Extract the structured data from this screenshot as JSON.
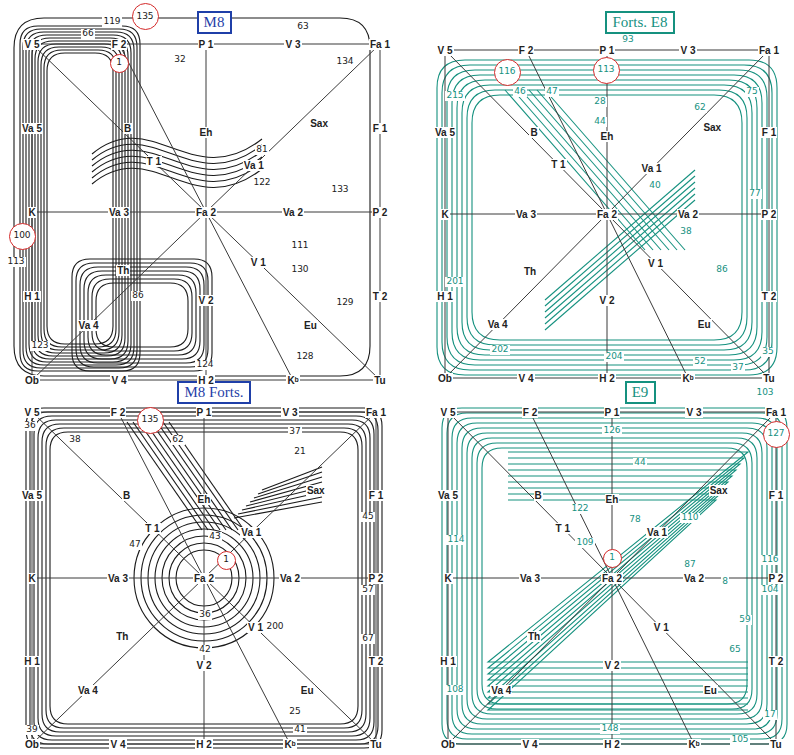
{
  "diagram": {
    "nodes": [
      {
        "text": [
          "M8"
        ]
      },
      {
        "text": [
          "135"
        ]
      },
      {
        "text": [
          "1"
        ]
      },
      {
        "text": [
          "100"
        ]
      },
      {
        "text": [
          "Forts. E8"
        ]
      },
      {
        "text": [
          "116"
        ]
      },
      {
        "text": [
          "113"
        ]
      },
      {
        "text": [
          "M8 Forts."
        ]
      },
      {
        "text": [
          "135"
        ]
      },
      {
        "text": [
          "1"
        ]
      },
      {
        "text": [
          "E9"
        ]
      },
      {
        "text": [
          "1"
        ]
      },
      {
        "text": [
          "127"
        ]
      }
    ],
    "labels": [
      "V 5",
      "F 2",
      "P 1",
      "V 3",
      "Fa 1",
      "F 1",
      "P 2",
      "T 2",
      "Tu",
      "Kᵇ",
      "H 2",
      "V 4",
      "Ob",
      "H 1",
      "K",
      "Va 5",
      "Eh",
      "B",
      "Sax",
      "T 1",
      "Va 1",
      "Va 3",
      "Fa 2",
      "Va 2",
      "Th",
      "V 1",
      "V 2",
      "Va 4",
      "Eu",
      "V 5",
      "F 2",
      "P 1",
      "V 3",
      "Fa 1",
      "F 1",
      "P 2",
      "T 2",
      "Tu",
      "Kᵇ",
      "H 2",
      "V 4",
      "Ob",
      "H 1",
      "K",
      "Va 5",
      "Eh",
      "B",
      "Sax",
      "T 1",
      "Va 1",
      "Va 3",
      "Fa 2",
      "Va 2",
      "Th",
      "V 1",
      "V 2",
      "Va 4",
      "Eu",
      "V 5",
      "F 2",
      "P 1",
      "V 3",
      "Fa 1",
      "F 1",
      "P 2",
      "T 2",
      "Tu",
      "Kᵇ",
      "H 2",
      "V 4",
      "Ob",
      "H 1",
      "K",
      "Va 5",
      "Eh",
      "B",
      "Sax",
      "T 1",
      "Va 1",
      "Va 3",
      "Fa 2",
      "Va 2",
      "Th",
      "V 1",
      "V 2",
      "Va 4",
      "Eu",
      "V 5",
      "F 2",
      "P 1",
      "V 3",
      "Fa 1",
      "F 1",
      "P 2",
      "T 2",
      "Tu",
      "Kᵇ",
      "H 2",
      "V 4",
      "Ob",
      "H 1",
      "K",
      "Va 5",
      "Eh",
      "B",
      "Sax",
      "T 1",
      "Va 1",
      "Va 3",
      "Fa 2",
      "Va 2",
      "Th",
      "V 1",
      "V 2",
      "Va 4",
      "Eu",
      "119",
      "66",
      "63",
      "134",
      "133",
      "81",
      "122",
      "111",
      "130",
      "129",
      "128",
      "124",
      "113",
      "123",
      "86",
      "32",
      "93",
      "215",
      "46",
      "47",
      "28",
      "44",
      "62",
      "75",
      "40",
      "38",
      "77",
      "86",
      "201",
      "202",
      "204",
      "52",
      "37",
      "35",
      "36",
      "38",
      "62",
      "37",
      "21",
      "45",
      "57",
      "67",
      "47",
      "43",
      "36",
      "42",
      "200",
      "25",
      "41",
      "39",
      "126",
      "103",
      "104",
      "116",
      "44",
      "78",
      "110",
      "122",
      "87",
      "8",
      "109",
      "59",
      "65",
      "17",
      "105",
      "148",
      "108",
      "114"
    ]
  }
}
